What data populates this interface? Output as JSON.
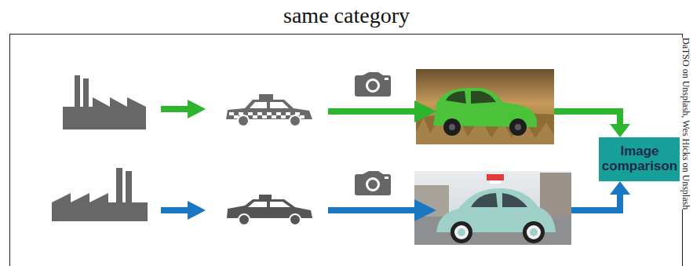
{
  "diagram": {
    "title": "same category",
    "nodes": [
      {
        "text": [
          "Image comparison"
        ]
      }
    ],
    "labels": [
      "DaTSO on Unsplash, Wes Hicks on Unsplash"
    ]
  }
}
